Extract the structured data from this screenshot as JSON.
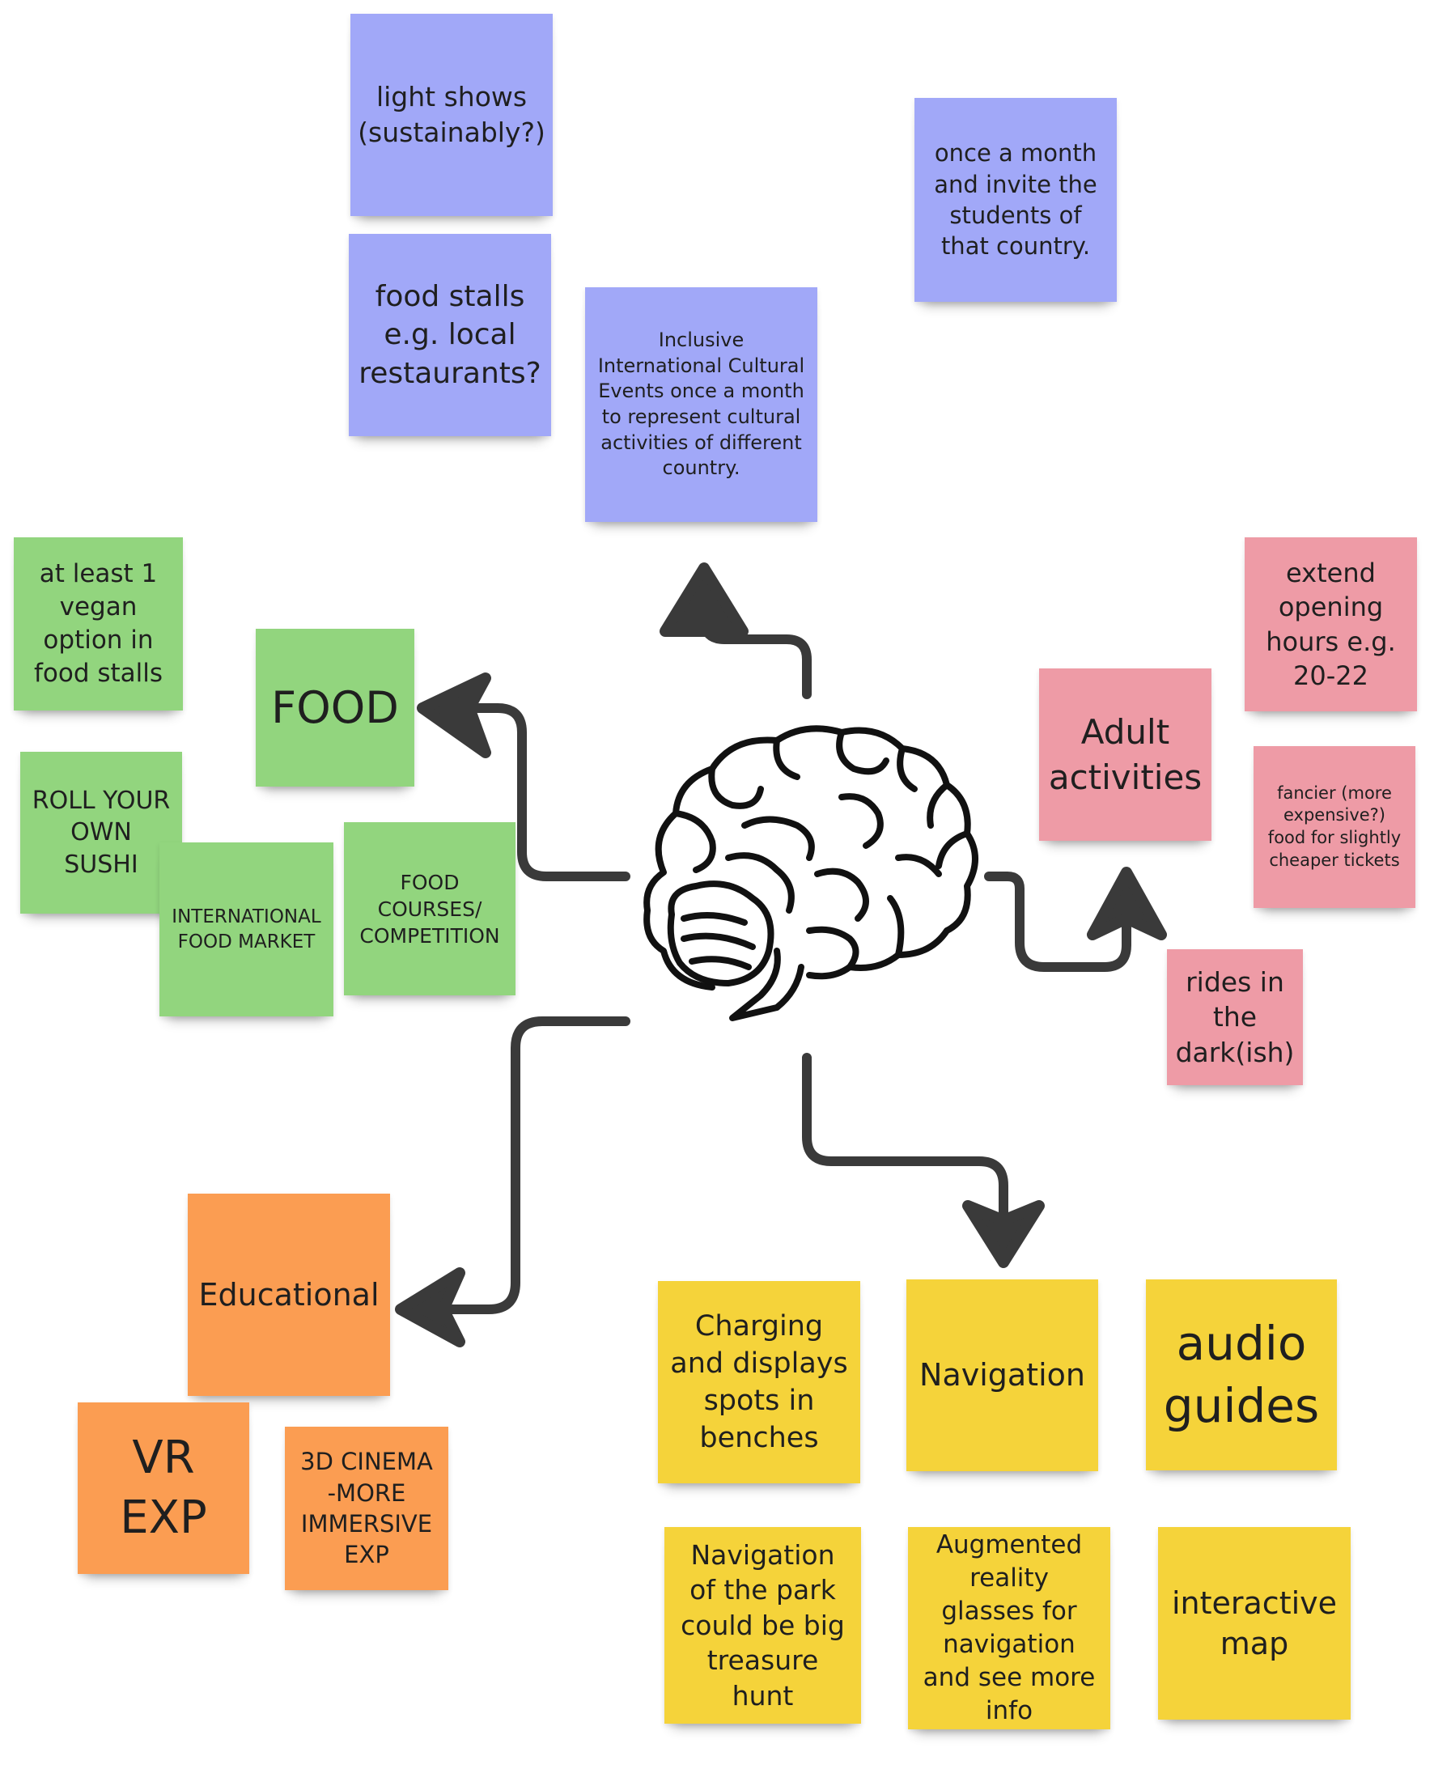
{
  "colors": {
    "blue": "#a1a8f8",
    "green": "#92d57e",
    "pink": "#ee9ba6",
    "orange": "#fb9d52",
    "yellow": "#f5d33a",
    "arrow": "#3a3a3a"
  },
  "center": {
    "icon": "brain-icon"
  },
  "notes": {
    "light_shows": "light shows (sustainably?)",
    "food_stalls": "food stalls e.g. local restaurants?",
    "cultural_events": "Inclusive International Cultural Events once a month to represent cultural activities of different country.",
    "once_a_month": "once  a month and invite the students of that country.",
    "vegan_option": "at least 1 vegan option in food stalls",
    "food": "FOOD",
    "roll_sushi": "ROLL YOUR OWN SUSHI",
    "international_market": "INTERNATIONAL FOOD MARKET",
    "food_courses": "FOOD COURSES/ COMPETITION",
    "extend_hours": "extend opening hours e.g. 20-22",
    "adult_activities": "Adult activities",
    "fancier_food": "fancier (more expensive?) food for slightly cheaper tickets",
    "rides_dark": "rides in the dark(ish)",
    "educational": "Educational",
    "vr_exp": "VR EXP",
    "cinema_3d": "3D CINEMA -MORE IMMERSIVE EXP",
    "charging_benches": "Charging and displays spots in benches",
    "navigation": "Navigation",
    "audio_guides": "audio guides",
    "treasure_hunt": "Navigation of the park could be big treasure hunt",
    "ar_glasses": "Augmented reality glasses for navigation and see more info",
    "interactive_map": "interactive map"
  }
}
